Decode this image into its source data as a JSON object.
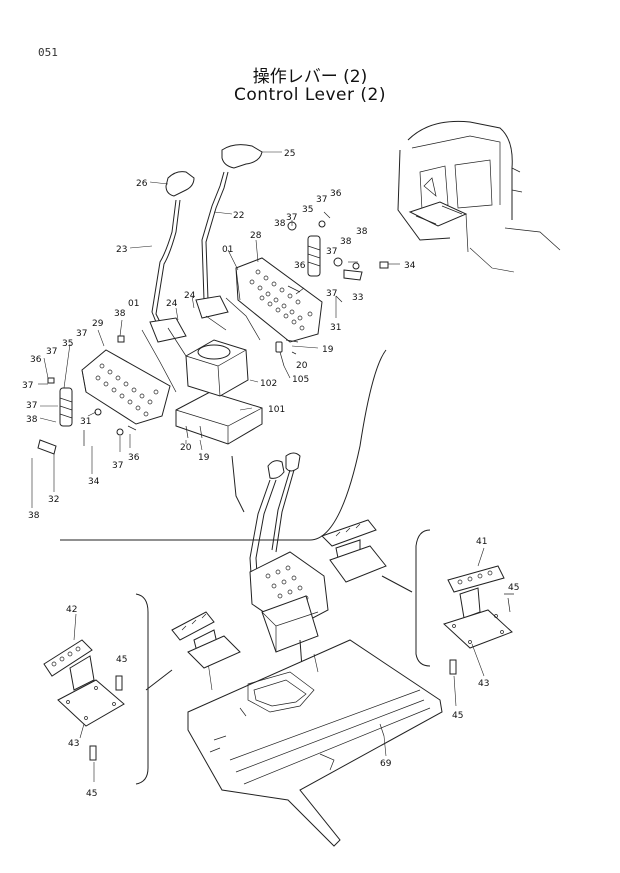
{
  "page_number": "051",
  "title_ja": "操作レバー (2)",
  "title_en": "Control Lever (2)",
  "callouts": {
    "c25": "25",
    "c26": "26",
    "c22": "22",
    "c23": "23",
    "c01a": "01",
    "c01b": "01",
    "c28": "28",
    "c38a": "38",
    "c37a": "37",
    "c35a": "35",
    "c37b": "37",
    "c36a": "36",
    "c38b": "38",
    "c37c": "37",
    "c38c": "38",
    "c34a": "34",
    "c36b": "36",
    "c37d": "37",
    "c33": "33",
    "c31a": "31",
    "c24a": "24",
    "c24b": "24",
    "c19a": "19",
    "c20a": "20",
    "c105": "105",
    "c102": "102",
    "c101": "101",
    "c38d": "38",
    "c29": "29",
    "c37e": "37",
    "c35b": "35",
    "c36c": "36",
    "c37f": "37",
    "c37g": "37",
    "c37h": "37",
    "c38e": "38",
    "c31b": "31",
    "c37i": "37",
    "c36d": "36",
    "c20b": "20",
    "c19b": "19",
    "c34b": "34",
    "c32": "32",
    "c38f": "38",
    "c41": "41",
    "c45a": "45",
    "c43a": "43",
    "c45b": "45",
    "c42": "42",
    "c45c": "45",
    "c43b": "43",
    "c45d": "45",
    "c69": "69"
  }
}
